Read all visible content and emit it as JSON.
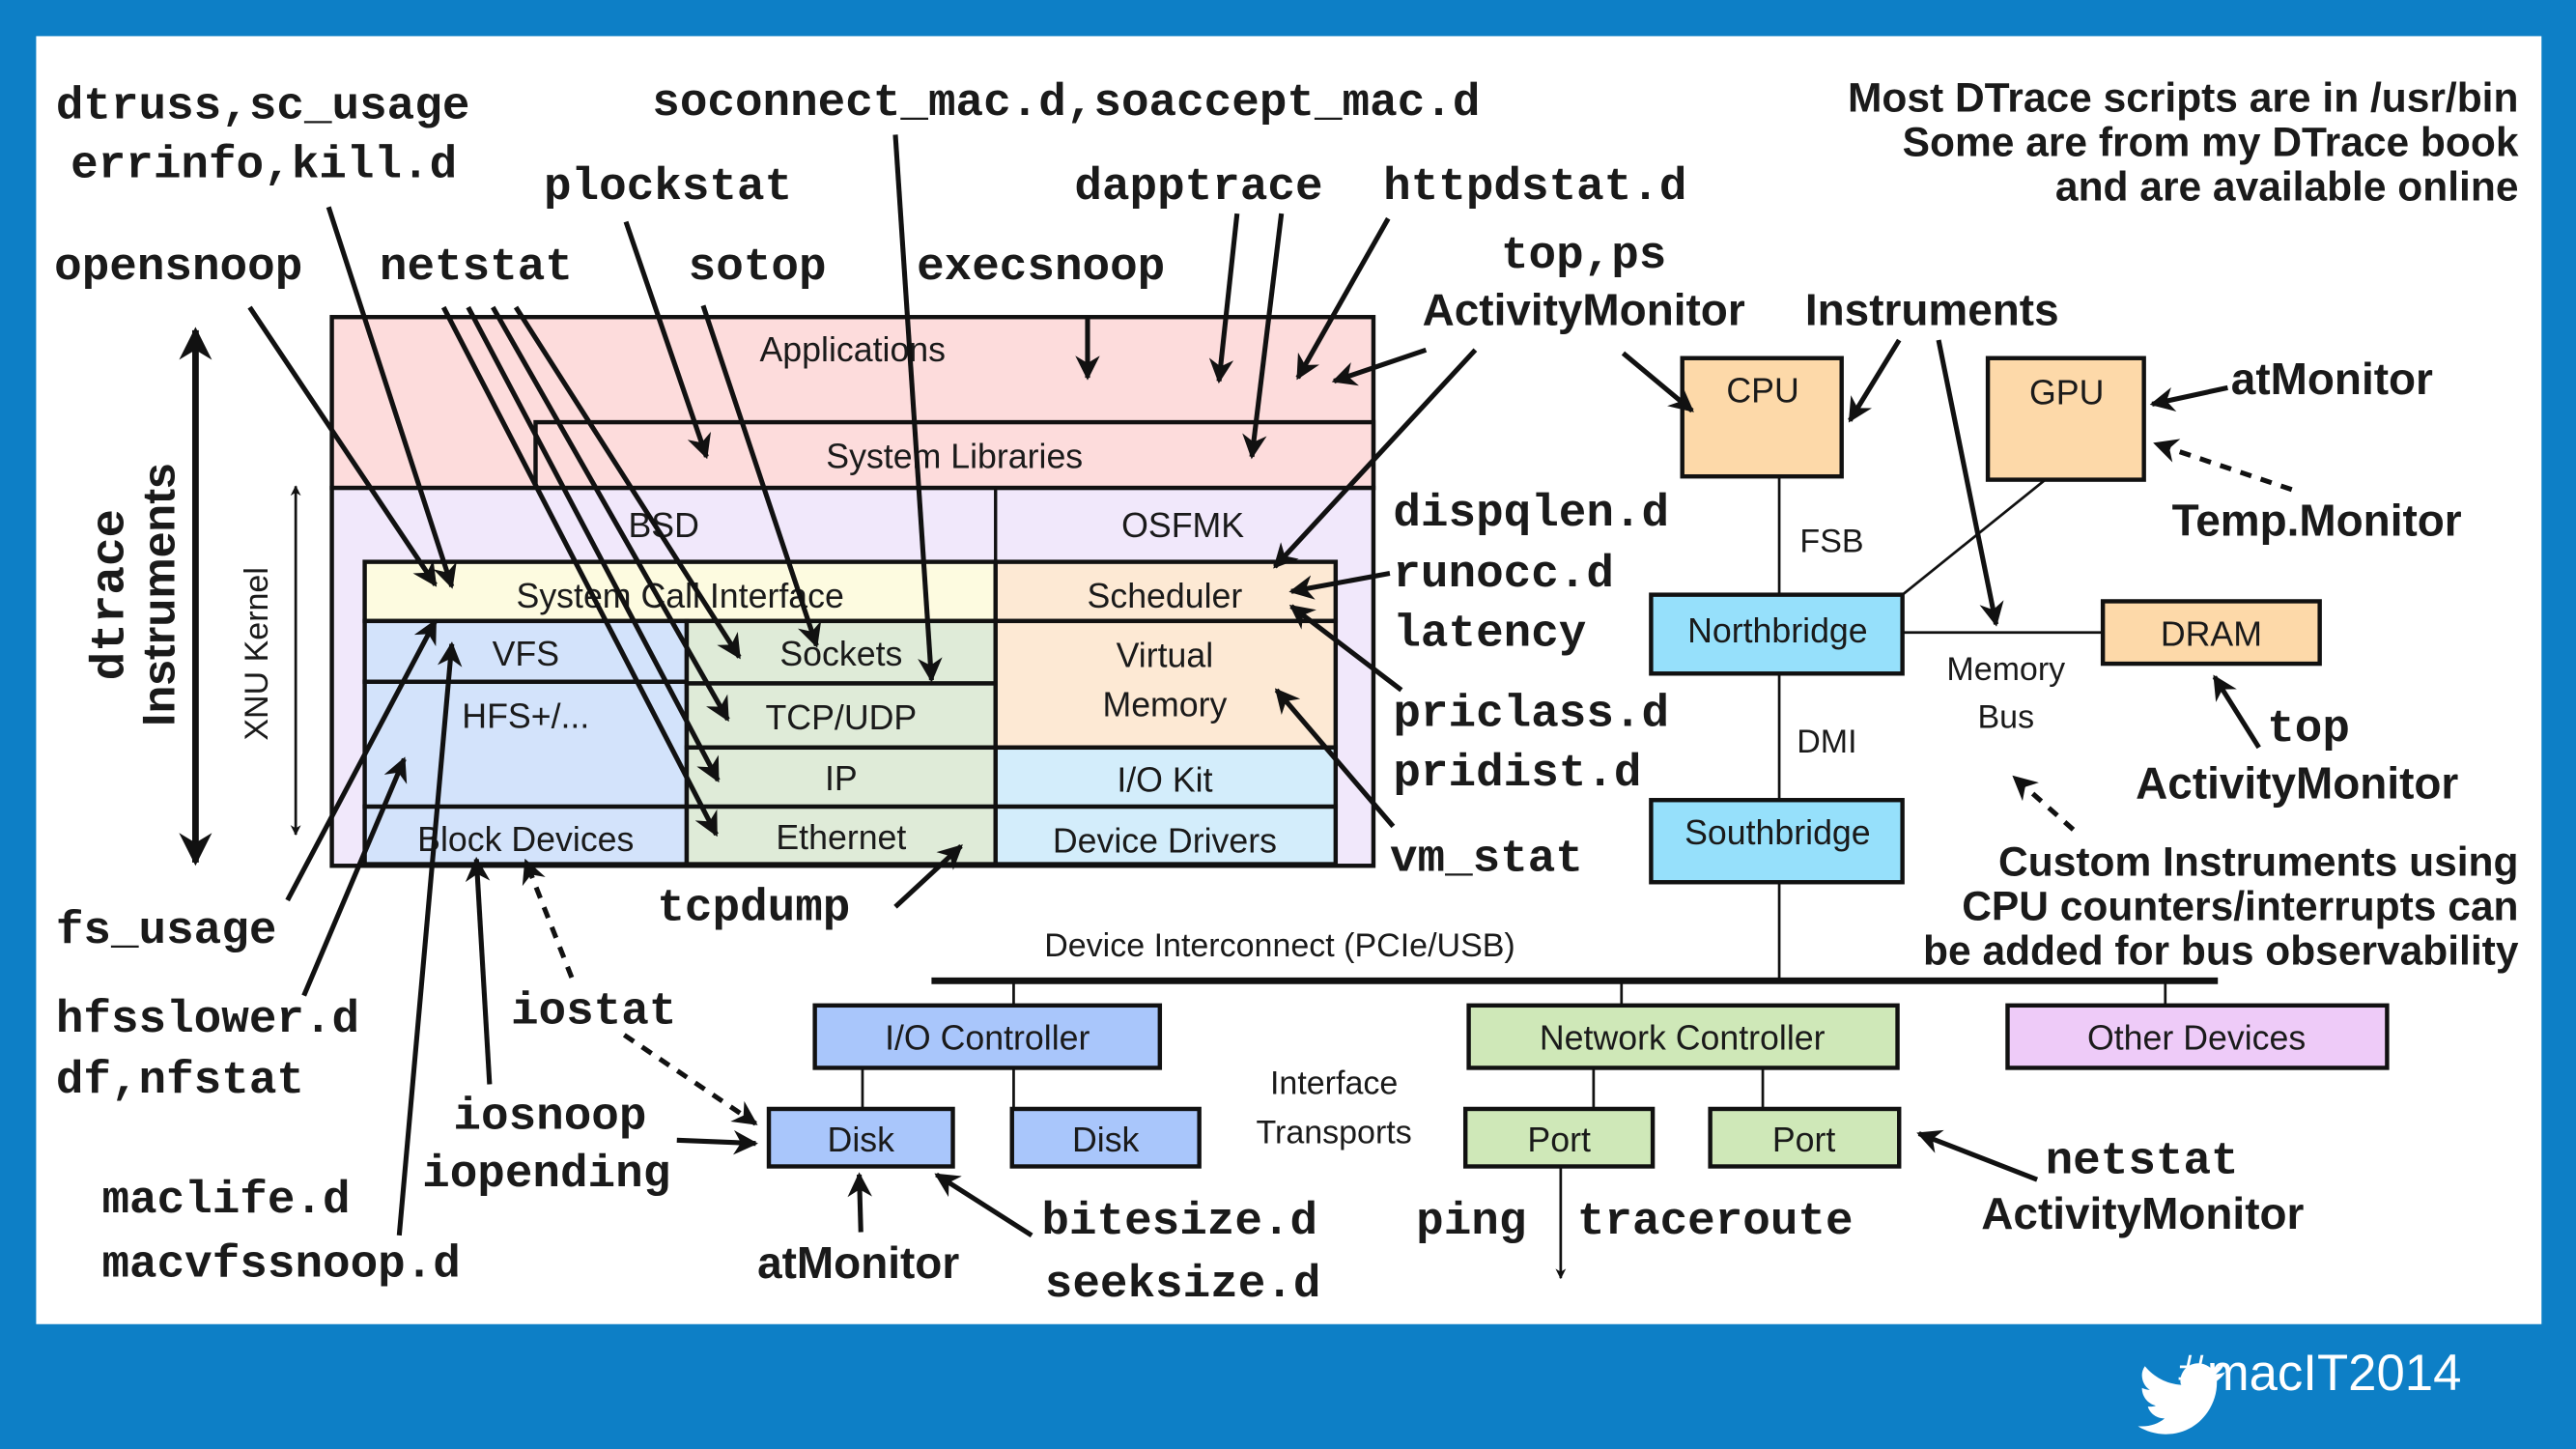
{
  "colors": {
    "frame_blue": "#0d7fc6",
    "panel_white": "#ffffff",
    "applications_pink": "#fddcdc",
    "kernel_lavender": "#f1e8fb",
    "syscall_yellow": "#fdfbe0",
    "fs_blue": "#d3e3fb",
    "net_green": "#dfebd8",
    "osfmk_peach": "#fde9d4",
    "iokit_cyan": "#d3edfb",
    "cpu_orange": "#fdd9a9",
    "bridge_cyan": "#96e0fb",
    "disk_blue": "#a9c6fb",
    "network_green": "#cfe8b8",
    "other_purple": "#eecbf8"
  },
  "note": {
    "lines": [
      "Most DTrace scripts are in /usr/bin",
      "Some are from my DTrace book",
      "and are available online"
    ]
  },
  "side_labels": {
    "tools_line1": "dtrace",
    "tools_line2": "Instruments",
    "kernel": "XNU Kernel"
  },
  "stack": {
    "applications": "Applications",
    "system_libraries": "System Libraries",
    "bsd": "BSD",
    "osfmk": "OSFMK",
    "system_call_interface": "System Call Interface",
    "vfs": "VFS",
    "hfs": "HFS+/...",
    "block_devices": "Block Devices",
    "sockets": "Sockets",
    "tcp_udp": "TCP/UDP",
    "ip": "IP",
    "ethernet": "Ethernet",
    "scheduler": "Scheduler",
    "virtual_memory_1": "Virtual",
    "virtual_memory_2": "Memory",
    "io_kit": "I/O Kit",
    "device_drivers": "Device Drivers"
  },
  "hardware": {
    "cpu": "CPU",
    "gpu": "GPU",
    "fsb": "FSB",
    "northbridge": "Northbridge",
    "dram": "DRAM",
    "memory_bus_1": "Memory",
    "memory_bus_2": "Bus",
    "dmi": "DMI",
    "southbridge": "Southbridge",
    "device_interconnect": "Device Interconnect (PCIe/USB)",
    "io_controller": "I/O Controller",
    "disk_1": "Disk",
    "disk_2": "Disk",
    "interface_transports_1": "Interface",
    "interface_transports_2": "Transports",
    "network_controller": "Network Controller",
    "port_1": "Port",
    "port_2": "Port",
    "other_devices": "Other Devices"
  },
  "tools": {
    "dtruss_sc_usage": "dtruss,sc_usage",
    "errinfo_kill": "errinfo,kill.d",
    "plockstat": "plockstat",
    "soconnect_soaccept": "soconnect_mac.d,soaccept_mac.d",
    "dapptrace": "dapptrace",
    "httpdstat": "httpdstat.d",
    "opensnoop": "opensnoop",
    "netstat_top": "netstat",
    "sotop": "sotop",
    "execsnoop": "execsnoop",
    "top_ps": "top,ps",
    "activitymonitor_top": "ActivityMonitor",
    "instruments": "Instruments",
    "atmonitor_gpu": "atMonitor",
    "temp_monitor": "Temp.Monitor",
    "dispqlen": "dispqlen.d",
    "runocc": "runocc.d",
    "latency": "latency",
    "priclass": "priclass.d",
    "pridist": "pridist.d",
    "vm_stat": "vm_stat",
    "top_dram": "top",
    "activitymonitor_dram": "ActivityMonitor",
    "custom_instruments_1": "Custom Instruments using",
    "custom_instruments_2": "CPU counters/interrupts can",
    "custom_instruments_3": "be added for bus observability",
    "fs_usage": "fs_usage",
    "hfsslower": "hfsslower.d",
    "df_nfstat": "df,nfstat",
    "tcpdump": "tcpdump",
    "iostat": "iostat",
    "iosnoop": "iosnoop",
    "iopending": "iopending",
    "maclife": "maclife.d",
    "macvfssnoop": "macvfssnoop.d",
    "atmonitor_disk": "atMonitor",
    "bitesize": "bitesize.d",
    "seeksize": "seeksize.d",
    "ping": "ping",
    "traceroute": "traceroute",
    "netstat_port": "netstat",
    "activitymonitor_port": "ActivityMonitor"
  },
  "footer": {
    "hashtag": "#macIT2014"
  }
}
